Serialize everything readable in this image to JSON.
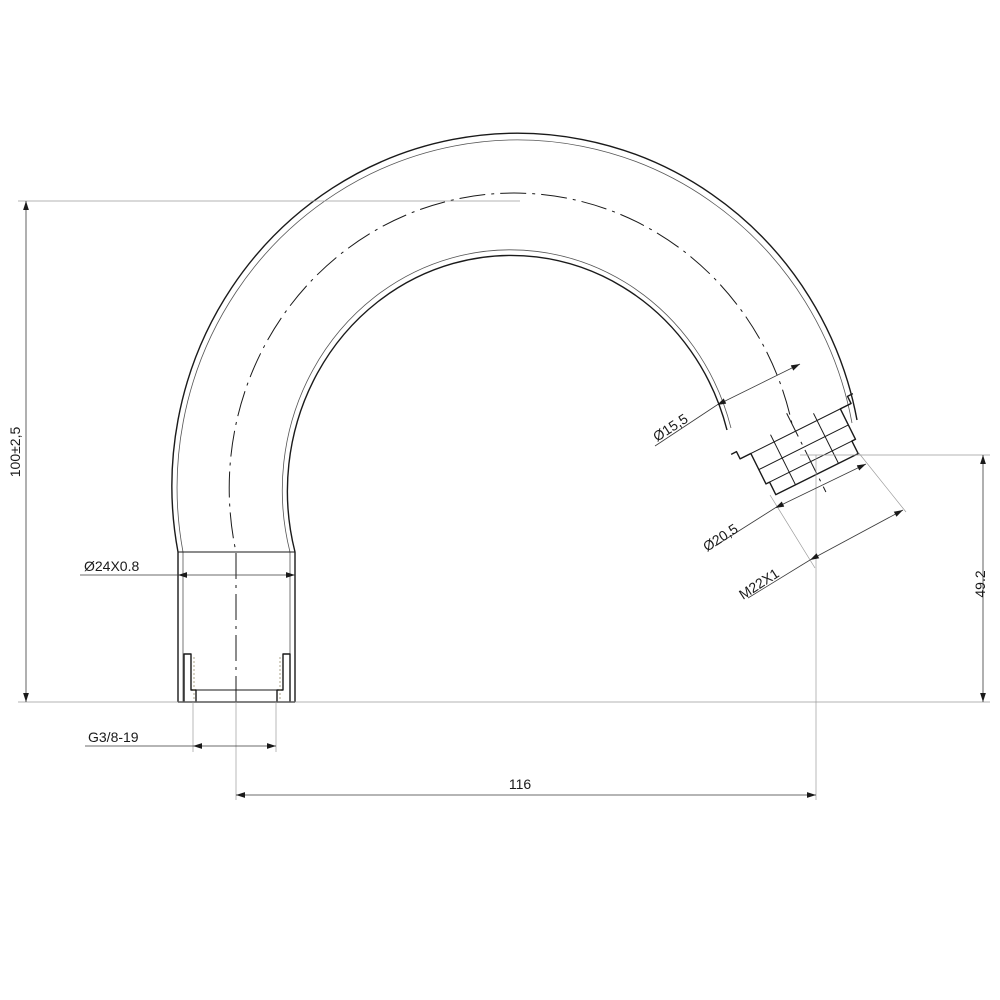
{
  "dimensions": {
    "overall_height": "100±2,5",
    "horizontal_reach": "116",
    "outlet_height": "49.2",
    "tube_diameter": "Ø24X0.8",
    "inlet_thread": "G3/8-19",
    "outlet_bore": "Ø15,5",
    "outlet_diameter": "Ø20,5",
    "outlet_thread": "M22X1"
  }
}
